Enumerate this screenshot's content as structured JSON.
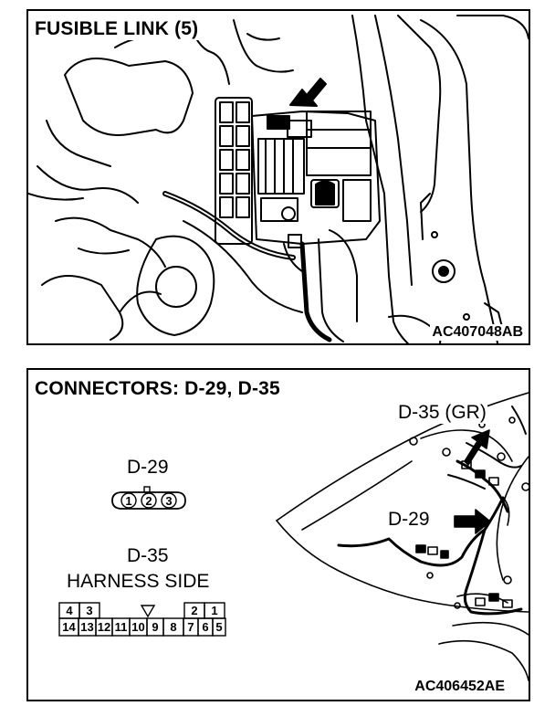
{
  "top_panel": {
    "title": "FUSIBLE LINK (5)",
    "figure_code": "AC407048AB"
  },
  "bottom_panel": {
    "title": "CONNECTORS: D-29, D-35",
    "figure_code": "AC406452AE",
    "d35_callout": "D-35 (GR)",
    "d29_callout": "D-29",
    "d29_label": "D-29",
    "d29_pins": [
      "1",
      "2",
      "3"
    ],
    "d35_label": "D-35",
    "harness_side": "HARNESS SIDE",
    "d35_top_row": [
      "4",
      "3",
      "",
      "",
      "",
      "2",
      "1"
    ],
    "d35_bottom_row": [
      "14",
      "13",
      "12",
      "11",
      "10",
      "9",
      "8",
      "7",
      "6",
      "5"
    ]
  }
}
